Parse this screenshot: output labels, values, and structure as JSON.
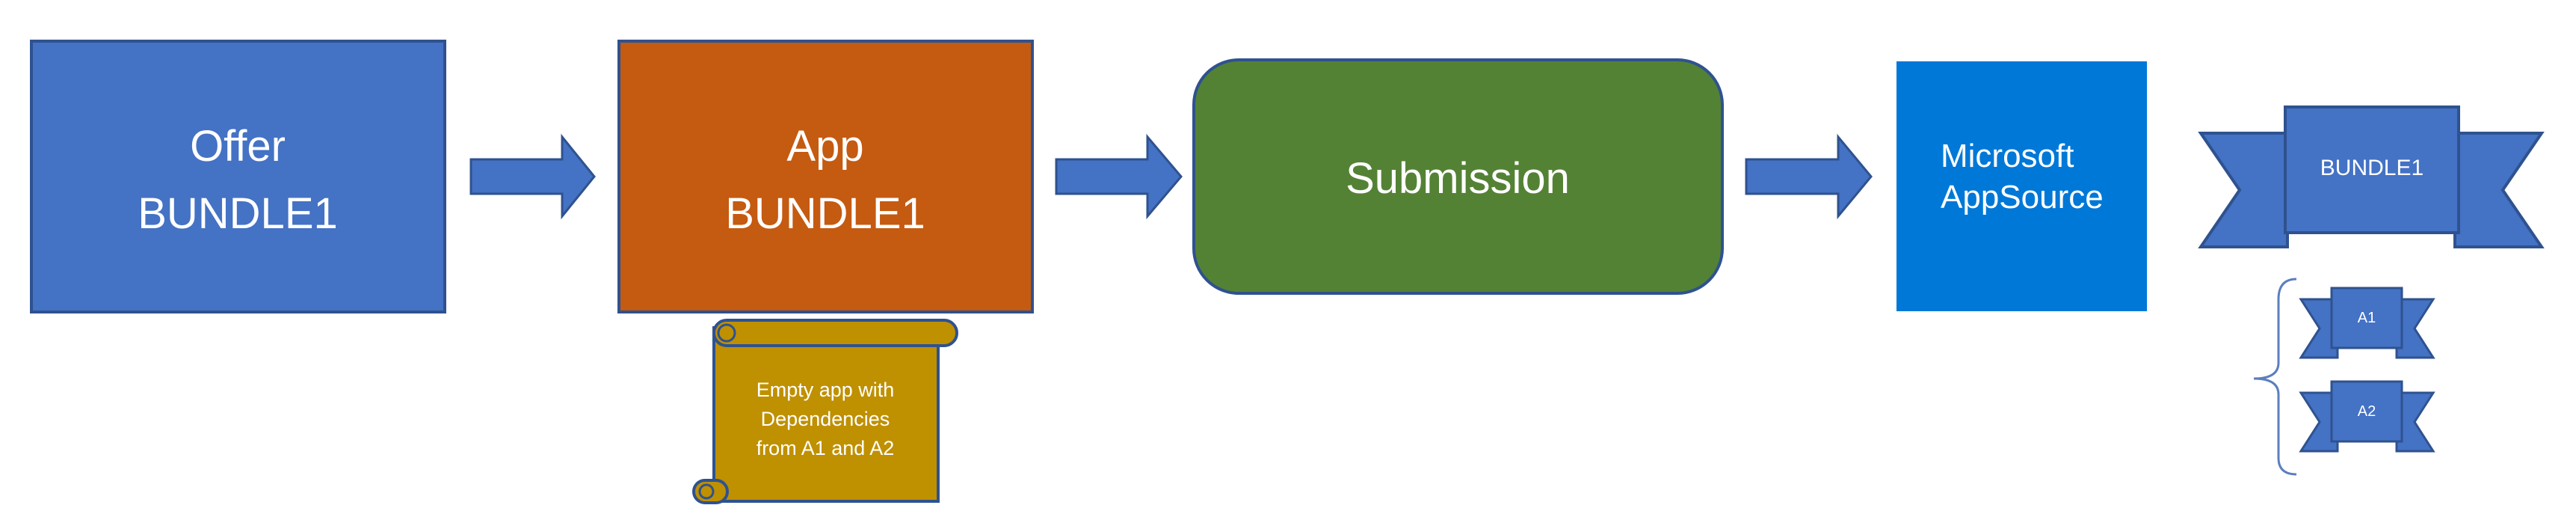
{
  "colors": {
    "offer": "#4472C4",
    "app": "#C55A11",
    "submission": "#548235",
    "appsource": "#0078D7",
    "scroll": "#BF9000",
    "arrow": "#4472C4",
    "outline": "#2F528F",
    "brace": "#5B7FC0"
  },
  "icons": {
    "arrows": "right-arrow-icon",
    "scroll": "scroll-icon",
    "ribbon": "ribbon-banner-icon",
    "brace": "curly-brace-icon"
  },
  "offer": {
    "line1": "Offer",
    "line2": "BUNDLE1"
  },
  "app": {
    "line1": "App",
    "line2": "BUNDLE1"
  },
  "scroll_note": {
    "line1": "Empty app with",
    "line2": "Dependencies",
    "line3": "from A1 and A2"
  },
  "submission": {
    "label": "Submission"
  },
  "appsource": {
    "line1": "Microsoft",
    "line2": "AppSource"
  },
  "bundle": {
    "label": "BUNDLE1"
  },
  "components": [
    {
      "label": "A1"
    },
    {
      "label": "A2"
    }
  ]
}
